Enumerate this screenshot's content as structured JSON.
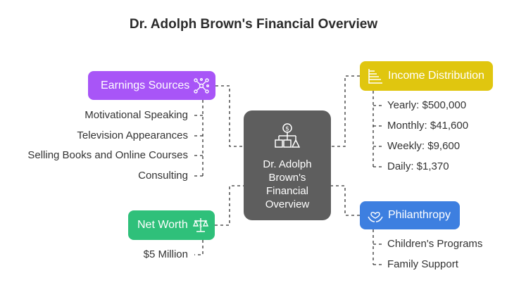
{
  "title": "Dr. Adolph Brown's Financial Overview",
  "center": {
    "lines": [
      "Dr. Adolph",
      "Brown's",
      "Financial",
      "Overview"
    ],
    "color": "#5e5e5e",
    "icon": "hierarchy-icon"
  },
  "earnings": {
    "label": "Earnings Sources",
    "color": "#a855f7",
    "icon": "network-icon",
    "items": [
      "Motivational Speaking",
      "Television Appearances",
      "Selling Books and Online Courses",
      "Consulting"
    ]
  },
  "income": {
    "label": "Income Distribution",
    "color": "#e0c60f",
    "icon": "bar-chart-icon",
    "items": [
      "Yearly: $500,000",
      "Monthly: $41,600",
      "Weekly: $9,600",
      "Daily: $1,370"
    ]
  },
  "networth": {
    "label": "Net Worth",
    "color": "#2fc07a",
    "icon": "scale-icon",
    "items": [
      "$5 Million"
    ]
  },
  "philanthropy": {
    "label": "Philanthropy",
    "color": "#3d7fe0",
    "icon": "heart-hands-icon",
    "items": [
      "Children's Programs",
      "Family Support"
    ]
  }
}
